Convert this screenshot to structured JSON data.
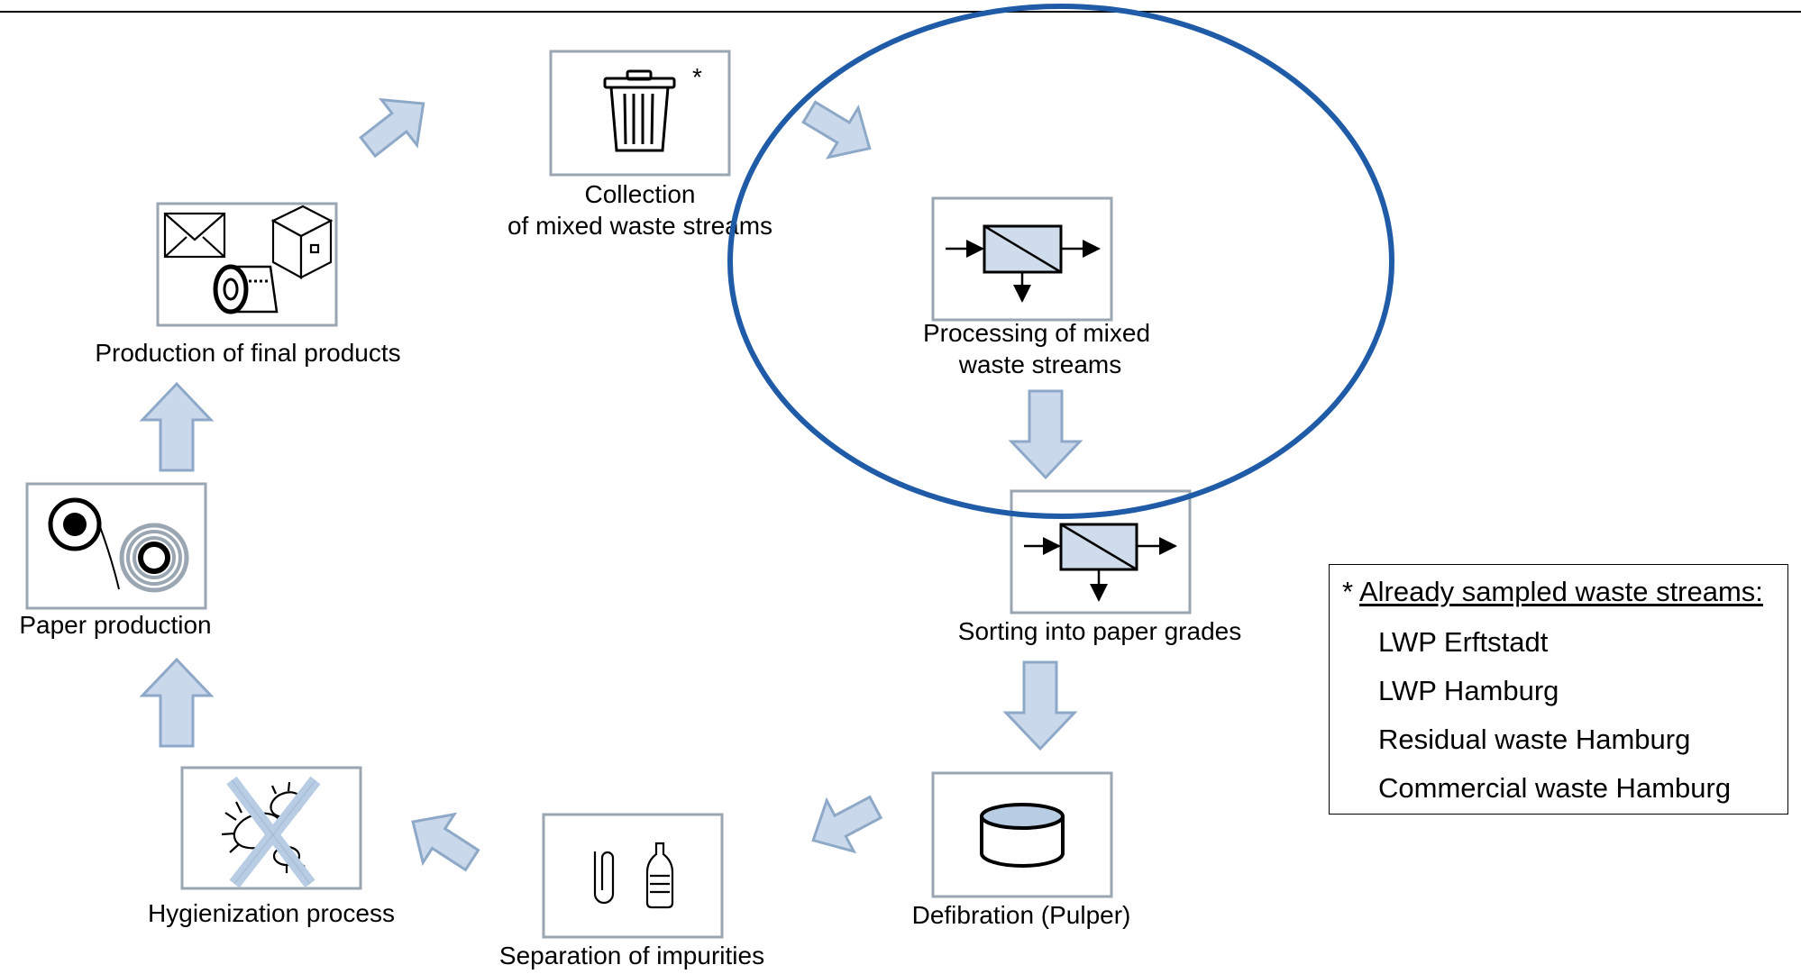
{
  "steps": {
    "collection": {
      "label_line1": "Collection",
      "label_line2": "of mixed waste streams",
      "marker": "*",
      "icon": "trash-can-icon"
    },
    "processing": {
      "label_line1": "Processing of mixed",
      "label_line2": "waste streams",
      "icon": "separator-icon"
    },
    "sorting": {
      "label": "Sorting into paper grades",
      "icon": "separator-icon"
    },
    "defibration": {
      "label": "Defibration (Pulper)",
      "icon": "pulper-drum-icon"
    },
    "separation": {
      "label": "Separation of impurities",
      "icon": "paperclip-bottle-icon"
    },
    "hygienization": {
      "label": "Hygienization process",
      "icon": "crossed-germ-icon"
    },
    "paper_production": {
      "label": "Paper production",
      "icon": "paper-roll-icon"
    },
    "final_products": {
      "label": "Production of final products",
      "icon": "products-icon"
    }
  },
  "legend": {
    "title_prefix": "* ",
    "title": "Already sampled waste streams:",
    "items": [
      "LWP Erftstadt",
      "LWP Hamburg",
      "Residual waste Hamburg",
      "Commercial waste Hamburg"
    ],
    "highlighted_item": "LWP Erftstadt"
  },
  "colors": {
    "arrow_fill": "#c9d8ea",
    "arrow_stroke": "#8ea9c8",
    "box_stroke": "#9aa6b2",
    "highlight": "#1f5ba6",
    "separator_fill": "#cfdceb",
    "pulper_fill": "#b8cde4"
  }
}
